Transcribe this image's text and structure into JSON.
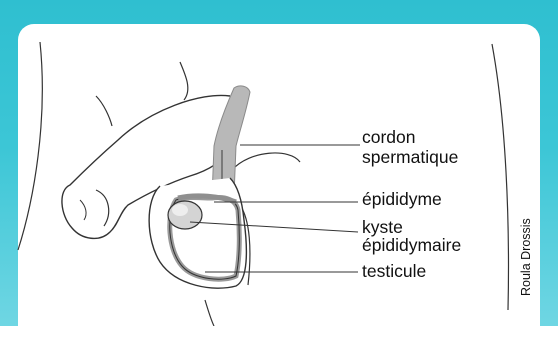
{
  "labels": {
    "cordon_line1": "cordon",
    "cordon_line2": "spermatique",
    "epididyme": "épididyme",
    "kyste_line1": "kyste",
    "kyste_line2": "épididymaire",
    "testicule": "testicule"
  },
  "credit": "Roula Drossis",
  "colors": {
    "frame_top": "#2fbfd0",
    "frame_bottom": "#6fd6e3",
    "tissue_fill": "#a9a9a9",
    "outline": "#333333"
  }
}
